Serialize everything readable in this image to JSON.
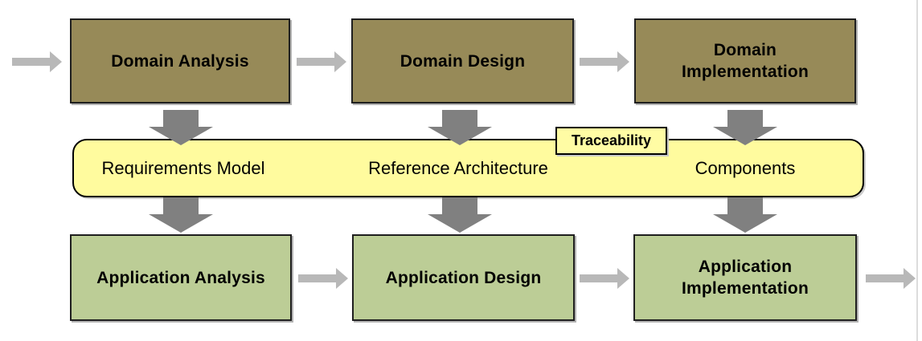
{
  "diagram": {
    "top_row": {
      "boxes": [
        {
          "label": "Domain Analysis"
        },
        {
          "label": "Domain Design"
        },
        {
          "label": "Domain\nImplementation"
        }
      ]
    },
    "band": {
      "labels": [
        "Requirements Model",
        "Reference Architecture",
        "Components"
      ],
      "tag_label": "Traceability"
    },
    "bottom_row": {
      "boxes": [
        {
          "label": "Application Analysis"
        },
        {
          "label": "Application Design"
        },
        {
          "label": "Application\nImplementation"
        }
      ]
    },
    "colors": {
      "domain_box_fill": "#978a58",
      "application_box_fill": "#bccd96",
      "band_fill": "#fffb9e",
      "box_border": "#1f1f1f",
      "vertical_arrow": "#808080",
      "horizontal_arrow": "#b8b8b8",
      "page_edge_line": "#dcdcdc"
    }
  }
}
